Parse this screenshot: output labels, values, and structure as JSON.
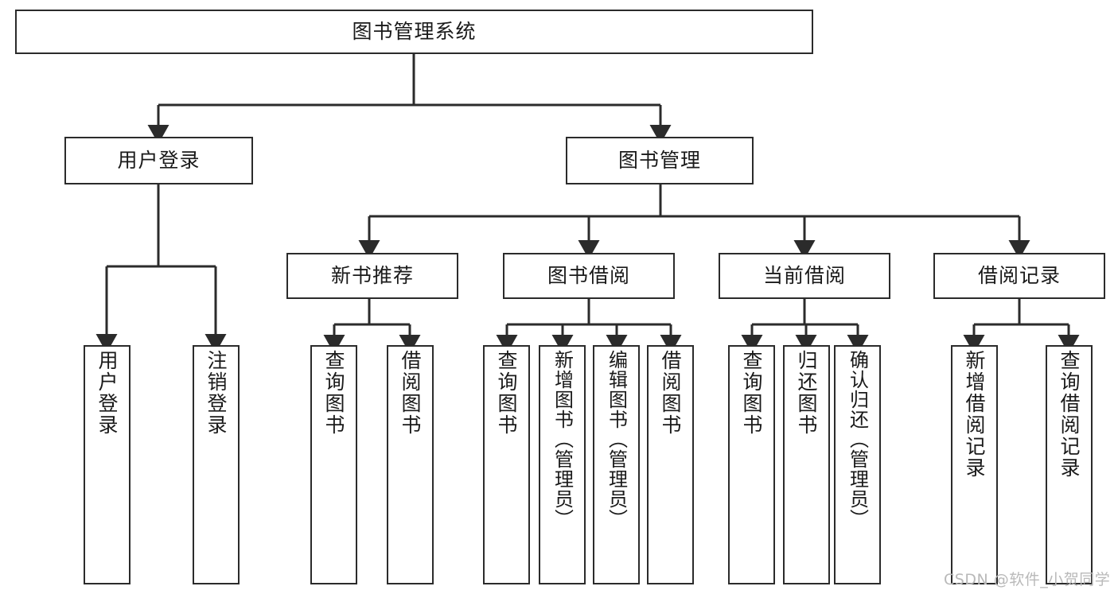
{
  "diagram": {
    "title": "图书管理系统",
    "type": "tree-hierarchy",
    "orientation": "top-down",
    "colors": {
      "stroke": "#2b2b2b",
      "fill": "#ffffff",
      "text": "#1a1a1a",
      "background": "#ffffff",
      "watermark": "#b9b9b9"
    }
  },
  "root": {
    "label": "图书管理系统"
  },
  "level2": [
    {
      "label": "用户登录"
    },
    {
      "label": "图书管理"
    }
  ],
  "level3": [
    {
      "label": "新书推荐"
    },
    {
      "label": "图书借阅"
    },
    {
      "label": "当前借阅"
    },
    {
      "label": "借阅记录"
    }
  ],
  "leaves": {
    "user_login": [
      {
        "label": "用户登录"
      },
      {
        "label": "注销登录"
      }
    ],
    "new_book_recommend": [
      {
        "label": "查询图书"
      },
      {
        "label": "借阅图书"
      }
    ],
    "book_borrow": [
      {
        "label": "查询图书"
      },
      {
        "label": "新增图书（管理员）"
      },
      {
        "label": "编辑图书（管理员）"
      },
      {
        "label": "借阅图书"
      }
    ],
    "current_borrow": [
      {
        "label": "查询图书"
      },
      {
        "label": "归还图书"
      },
      {
        "label": "确认归还（管理员）"
      }
    ],
    "borrow_record": [
      {
        "label": "新增借阅记录"
      },
      {
        "label": "查询借阅记录"
      }
    ]
  },
  "watermark": {
    "text": "CSDN @软件_小贺同学"
  }
}
